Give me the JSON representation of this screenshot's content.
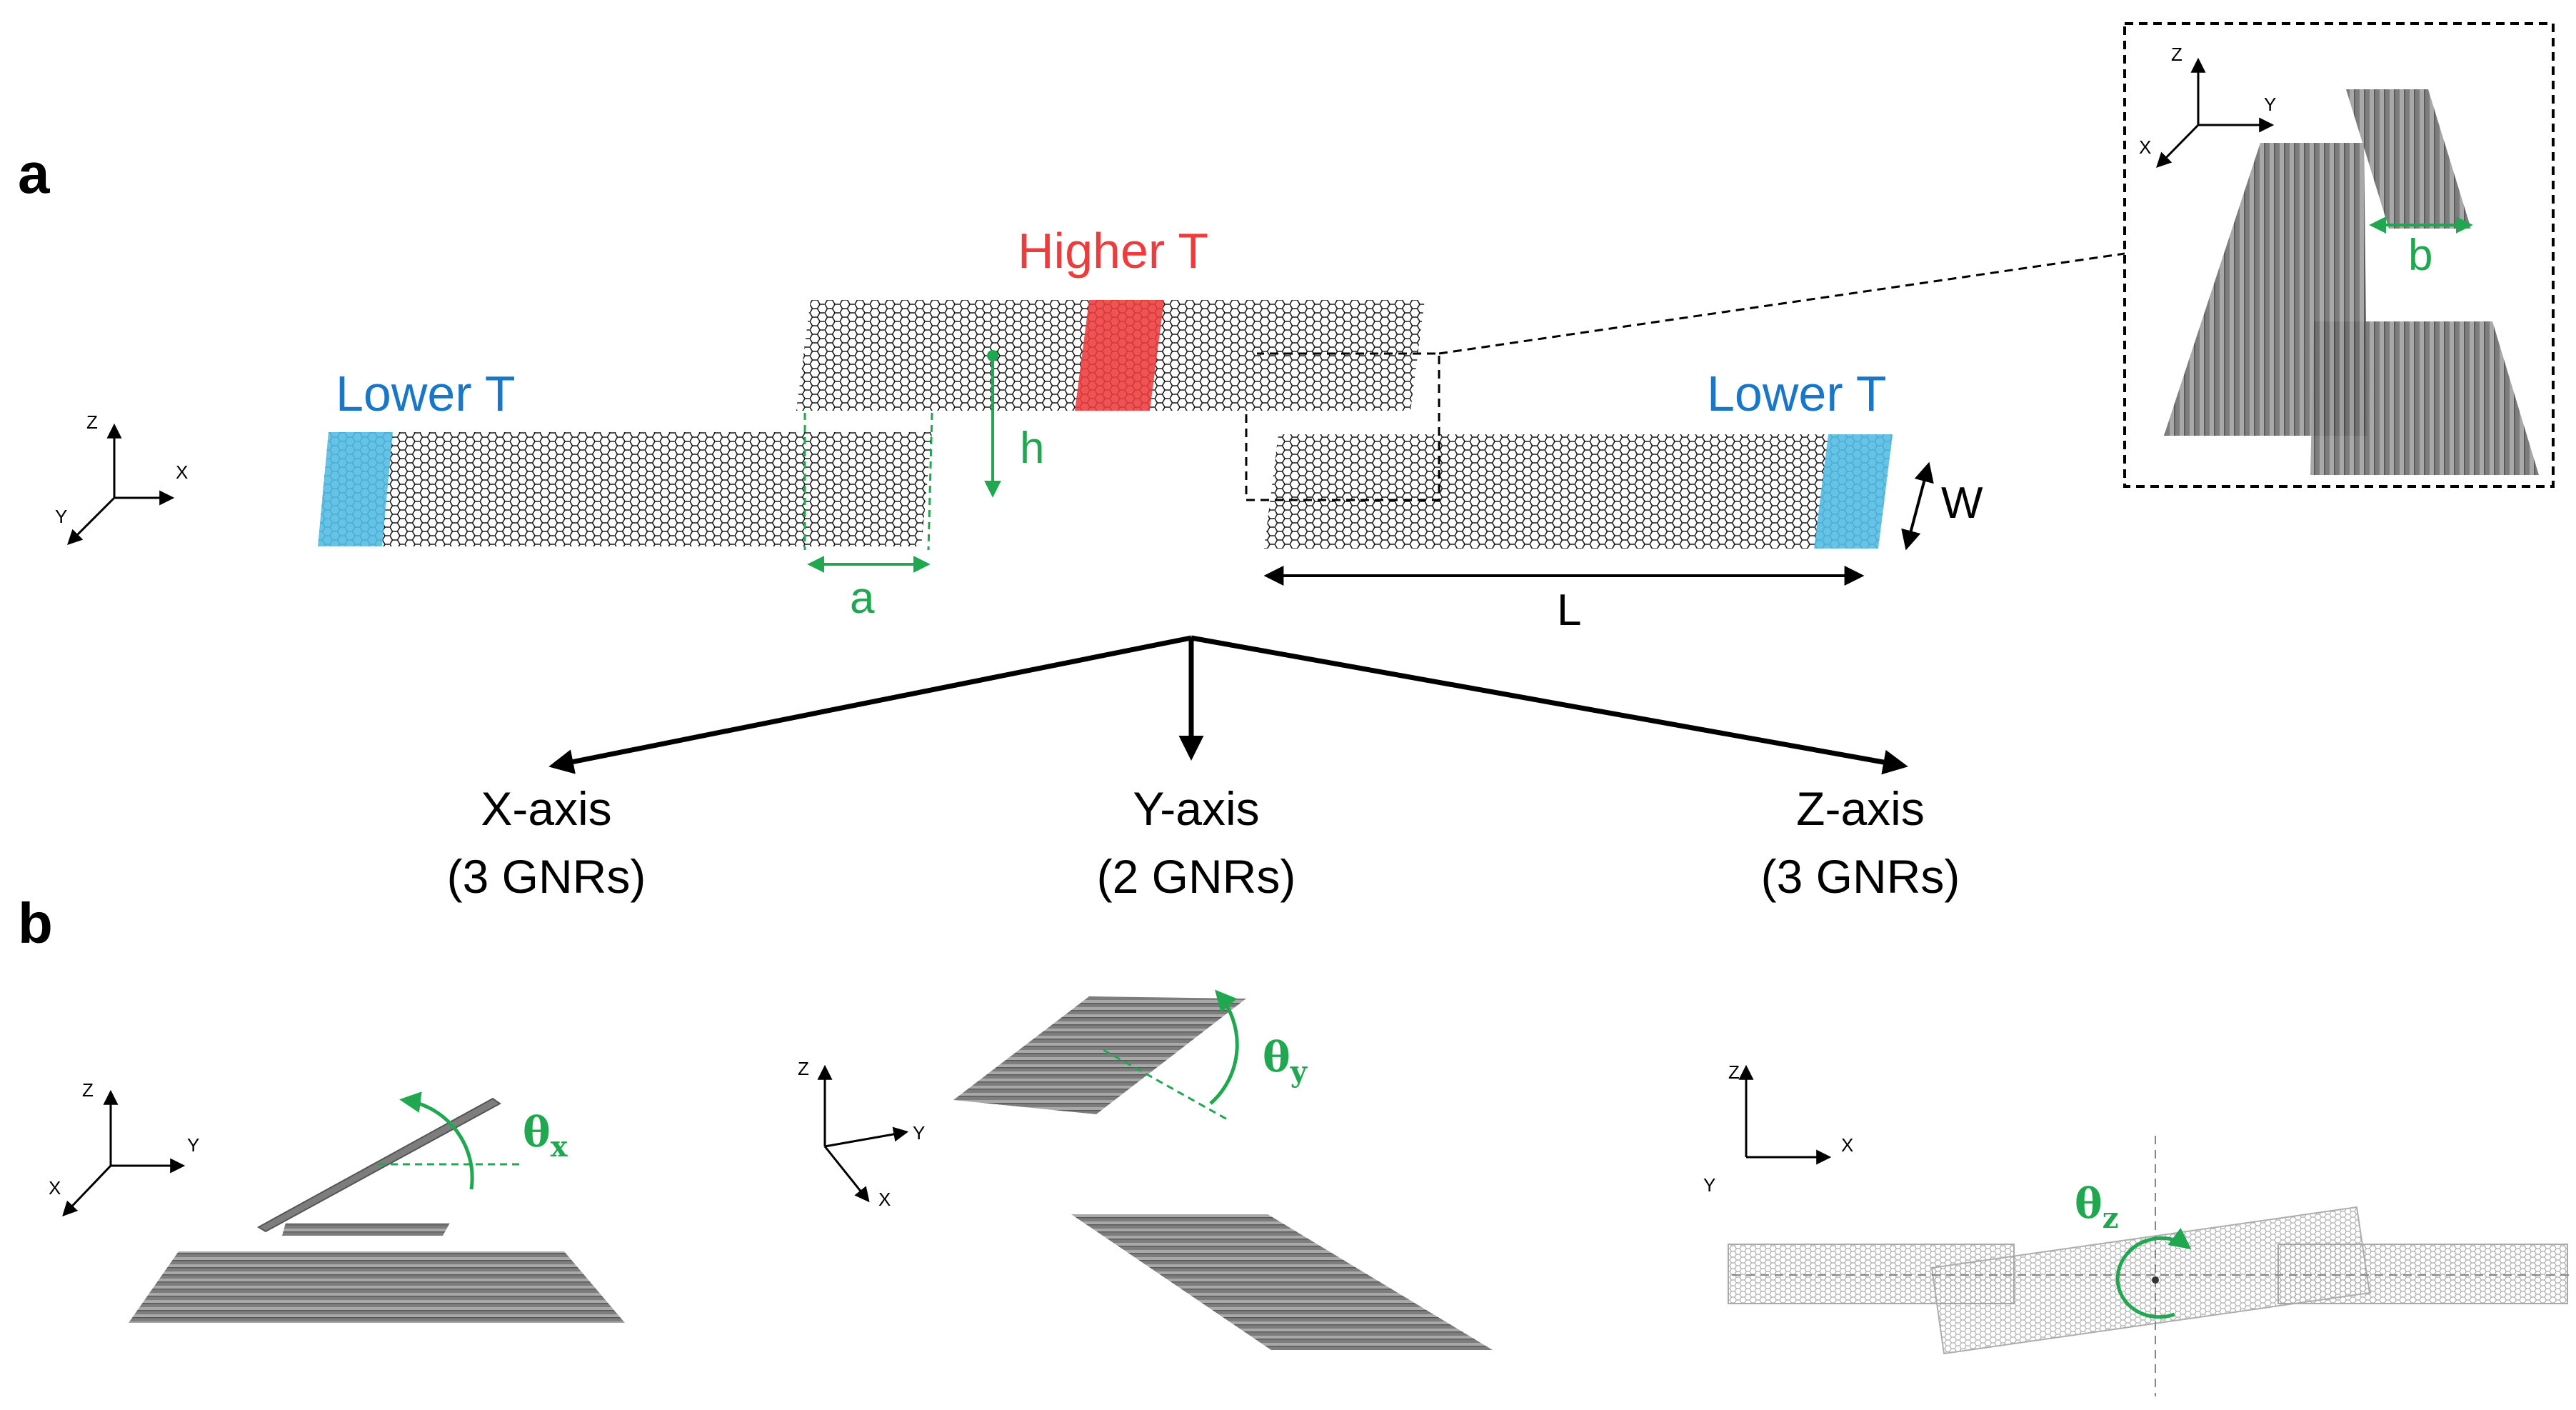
{
  "panels": {
    "a": "a",
    "b": "b"
  },
  "colors": {
    "hot": "#ee3b3b",
    "cold": "#54bde6",
    "dimension": "#1fa84f",
    "lattice": "#1a1a1a",
    "ribbon_gray": "#8a8a8a"
  },
  "panel_a": {
    "higher_t": "Higher T",
    "lower_t_left": "Lower T",
    "lower_t_right": "Lower T",
    "dim_h": "h",
    "dim_a": "a",
    "dim_w": "W",
    "dim_l": "L",
    "dim_b": "b",
    "axes_main": {
      "z": "Z",
      "x": "X",
      "y": "Y"
    },
    "axes_inset": {
      "z": "Z",
      "y": "Y",
      "x": "X"
    }
  },
  "branches": [
    {
      "axis": "X-axis",
      "count": "(3 GNRs)"
    },
    {
      "axis": "Y-axis",
      "count": "(2 GNRs)"
    },
    {
      "axis": "Z-axis",
      "count": "(3 GNRs)"
    }
  ],
  "panel_b": {
    "x_rotation": {
      "symbol": "θ",
      "subscript": "x",
      "axes": {
        "z": "Z",
        "y": "Y",
        "x": "X"
      }
    },
    "y_rotation": {
      "symbol": "θ",
      "subscript": "y",
      "axes": {
        "z": "Z",
        "y": "Y",
        "x": "X"
      }
    },
    "z_rotation": {
      "symbol": "θ",
      "subscript": "z",
      "axes": {
        "z": "Z",
        "x": "X",
        "y": "Y"
      }
    }
  }
}
